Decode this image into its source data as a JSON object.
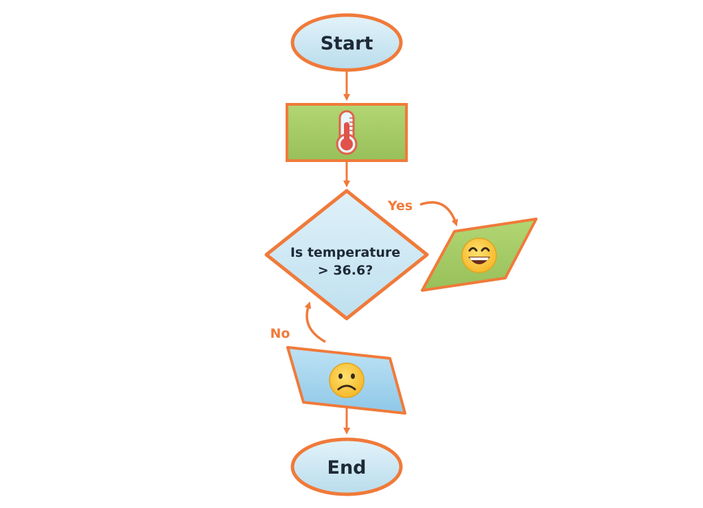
{
  "diagram": {
    "nodes": {
      "start": {
        "label": "Start"
      },
      "measure": {
        "icon": "thermometer-icon"
      },
      "decision": {
        "line1": "Is temperature",
        "line2": "> 36.6?"
      },
      "happy": {
        "icon": "grinning-face-icon"
      },
      "sad": {
        "icon": "frowning-face-icon"
      },
      "end": {
        "label": "End"
      }
    },
    "edges": {
      "yes_label": "Yes",
      "no_label": "No"
    }
  },
  "colors": {
    "stroke": "#f07a3a",
    "terminal_fill": "#cde8f3",
    "process_fill": "#a6cc68",
    "decision_fill": "#cfe9f4",
    "output_blue_fill": "#a8d6ef",
    "text": "#1e2a36",
    "emoji_face": "#ffcf3f"
  }
}
